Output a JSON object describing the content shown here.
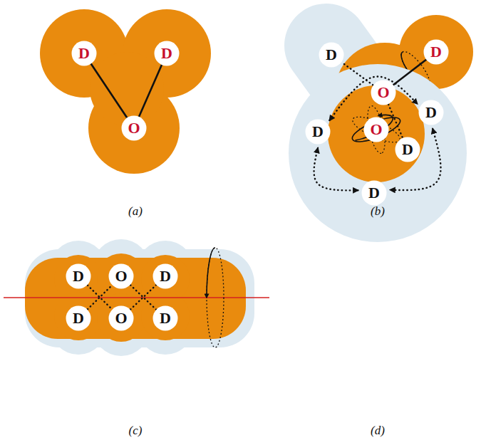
{
  "diagram": {
    "nodes": [
      {
        "text": [
          "D"
        ]
      },
      {
        "text": [
          "D"
        ]
      },
      {
        "text": [
          "O"
        ]
      },
      {
        "text": [
          "D"
        ]
      },
      {
        "text": [
          "D"
        ]
      },
      {
        "text": [
          "O"
        ]
      },
      {
        "text": [
          "D"
        ]
      },
      {
        "text": [
          "D"
        ]
      },
      {
        "text": [
          "O"
        ]
      },
      {
        "text": [
          "D"
        ]
      },
      {
        "text": [
          "D"
        ]
      },
      {
        "text": [
          "O"
        ]
      },
      {
        "text": [
          "D"
        ]
      },
      {
        "text": [
          "D"
        ]
      },
      {
        "text": [
          "O"
        ]
      },
      {
        "text": [
          "D"
        ]
      },
      {
        "text": [
          "D"
        ]
      }
    ],
    "edges": [
      {
        "from": 0,
        "to": 2,
        "arrow": "none"
      },
      {
        "from": 1,
        "to": 2,
        "arrow": "none"
      },
      {
        "from": 5,
        "to": 3,
        "arrow": "none"
      },
      {
        "from": 5,
        "to": 4,
        "arrow": "none"
      },
      {
        "from": 5,
        "to": 6,
        "arrow": "none"
      },
      {
        "from": 7,
        "to": 11,
        "arrow": "none"
      },
      {
        "from": 10,
        "to": 8,
        "arrow": "none"
      },
      {
        "from": 8,
        "to": 12,
        "arrow": "none"
      },
      {
        "from": 11,
        "to": 9,
        "arrow": "none"
      },
      {
        "from": 13,
        "to": 15,
        "arrow": "both"
      },
      {
        "from": 15,
        "to": 16,
        "arrow": "both"
      },
      {
        "from": 16,
        "to": 13,
        "arrow": "both"
      }
    ],
    "labels": [
      "(a)",
      "(b)",
      "(c)",
      "(d)"
    ]
  }
}
